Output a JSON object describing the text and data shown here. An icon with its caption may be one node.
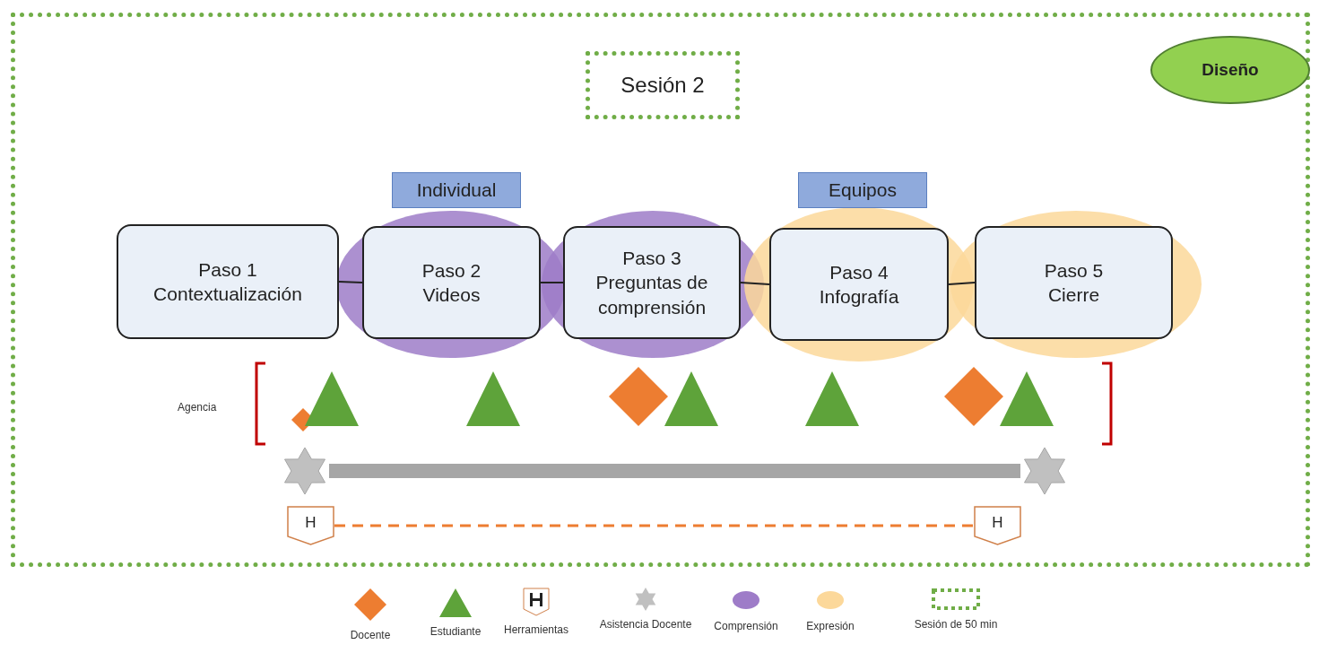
{
  "diagram": {
    "nodes": [
      {
        "text": [
          "Diseño"
        ]
      },
      {
        "text": [
          "Sesión 2"
        ]
      },
      {
        "text": [
          "Individual"
        ]
      },
      {
        "text": [
          "Equipos"
        ]
      },
      {
        "text": [
          "Paso 1",
          "Contextualización"
        ]
      },
      {
        "text": [
          "Paso 2",
          "Videos"
        ]
      },
      {
        "text": [
          "Paso 3",
          "Preguntas de comprensión"
        ]
      },
      {
        "text": [
          "Paso 4",
          "Infografía"
        ]
      },
      {
        "text": [
          "Paso 5",
          "Cierre"
        ]
      },
      {
        "text": [
          "H"
        ]
      },
      {
        "text": [
          "H"
        ]
      },
      {
        "text": [],
        "shape": "star"
      },
      {
        "text": [],
        "shape": "star"
      }
    ],
    "edges": [
      {
        "from": 4,
        "to": 5,
        "arrow": "none"
      },
      {
        "from": 5,
        "to": 6,
        "arrow": "none"
      },
      {
        "from": 6,
        "to": 7,
        "arrow": "none"
      },
      {
        "from": 7,
        "to": 8,
        "arrow": "none"
      },
      {
        "from": 11,
        "to": 12,
        "arrow": "none",
        "style": "thick",
        "color": "#a6a6a6"
      },
      {
        "from": 9,
        "to": 10,
        "arrow": "none",
        "style": "dashed",
        "color": "#ed7d31"
      }
    ],
    "labels": [
      "Agencia"
    ],
    "legend": [
      {
        "text": "Docente"
      },
      {
        "text": "Estudiante"
      },
      {
        "text": "Herramientas"
      },
      {
        "text": "Asistencia Docente"
      },
      {
        "text": "Comprensión",
        "color": "#9e7cc8"
      },
      {
        "text": "Expresión",
        "color": "#fcd89a"
      },
      {
        "text": "Sesión de 50 min"
      }
    ]
  }
}
